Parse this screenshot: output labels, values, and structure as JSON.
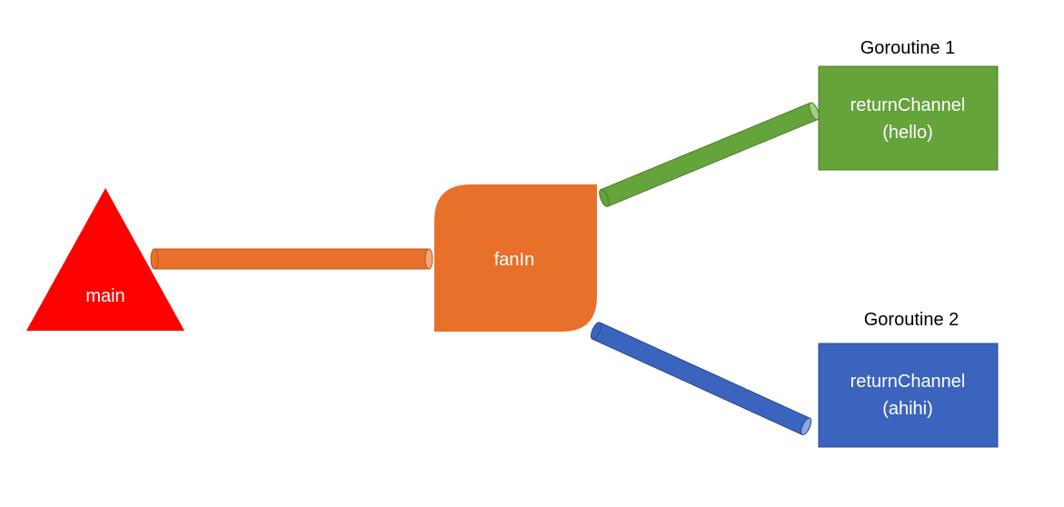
{
  "nodes": {
    "main": {
      "label": "main",
      "color": "#ff0000"
    },
    "fanin": {
      "label": "fanIn",
      "color": "#e8702a"
    },
    "goroutine1": {
      "title": "Goroutine 1",
      "line1": "returnChannel",
      "line2": "(hello)",
      "color": "#65a33b"
    },
    "goroutine2": {
      "title": "Goroutine 2",
      "line1": "returnChannel",
      "line2": "(ahihi)",
      "color": "#3b64be"
    }
  },
  "pipes": {
    "main_to_fanin": {
      "color": "#e8702a",
      "end_color": "#f2a77a"
    },
    "fanin_to_g1": {
      "color": "#65a33b",
      "end_color": "#a4cf85"
    },
    "fanin_to_g2": {
      "color": "#3b64be",
      "end_color": "#8ea6dc"
    }
  }
}
